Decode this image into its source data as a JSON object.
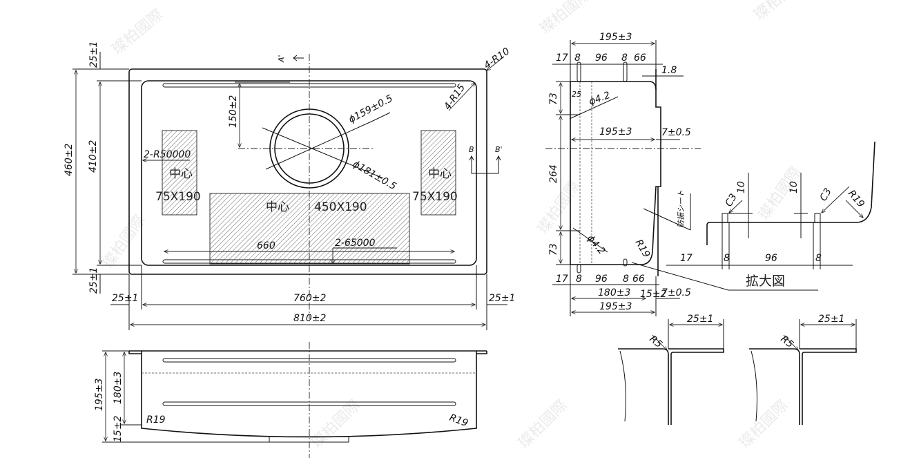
{
  "watermark": "璨柏國際",
  "top_view": {
    "dims": {
      "height_outer": "460±2",
      "height_inner": "410±2",
      "flange_top": "25±1",
      "flange_bottom": "25±1",
      "flange_left": "25±1",
      "flange_right": "25±1",
      "width_inner": "760±2",
      "width_outer": "810±2",
      "drain_offset": "150±2",
      "drain_inner_dia": "ϕ159±0.5",
      "drain_outer_dia": "ϕ181±0.5",
      "corner_outer": "4-R10",
      "corner_inner": "4-R15",
      "radius_side": "2-R50000",
      "radius_bottom": "2-65000",
      "rail_length": "660"
    },
    "section_a": "A'",
    "section_b": "B",
    "section_b2": "B'",
    "areas": [
      {
        "label": "中心",
        "size": "75X190"
      },
      {
        "label": "中心",
        "size": "450X190"
      },
      {
        "label": "中心",
        "size": "75X190"
      }
    ]
  },
  "front_view": {
    "dims": {
      "depth_outer": "195±3",
      "depth_inner": "180±3",
      "bottom": "15±2",
      "radius_left": "R19",
      "radius_right": "R19"
    }
  },
  "side_view": {
    "dims": {
      "top_total": "195±3",
      "top_a": "17",
      "top_b": "8",
      "top_c": "96",
      "top_d": "8",
      "top_e": "66",
      "thickness": "1.8",
      "upper": "73",
      "middle": "264",
      "lower": "73",
      "hole_dist": "25",
      "hole_upper": "ϕ4.2",
      "hole_lower": "ϕ4.2",
      "mid_width": "195±3",
      "mid_step": "7±0.5",
      "corner": "R19",
      "bot_a": "17",
      "bot_b": "8",
      "bot_c": "96",
      "bot_d": "8",
      "bot_e": "66",
      "bot_inner": "180±3",
      "bot_step": "15±2",
      "bot_step2": "7±0.5",
      "bot_total": "195±3"
    },
    "note": "防振シート"
  },
  "detail_view": {
    "title": "拡大図",
    "dims": {
      "h1": "10",
      "h2": "10",
      "c1": "C3",
      "c2": "C3",
      "r": "R19",
      "a": "17",
      "b": "8",
      "c": "96",
      "d": "8"
    }
  },
  "corner_details": [
    {
      "radius": "R5",
      "width": "25±1"
    },
    {
      "radius": "R5",
      "width": "25±1"
    }
  ]
}
